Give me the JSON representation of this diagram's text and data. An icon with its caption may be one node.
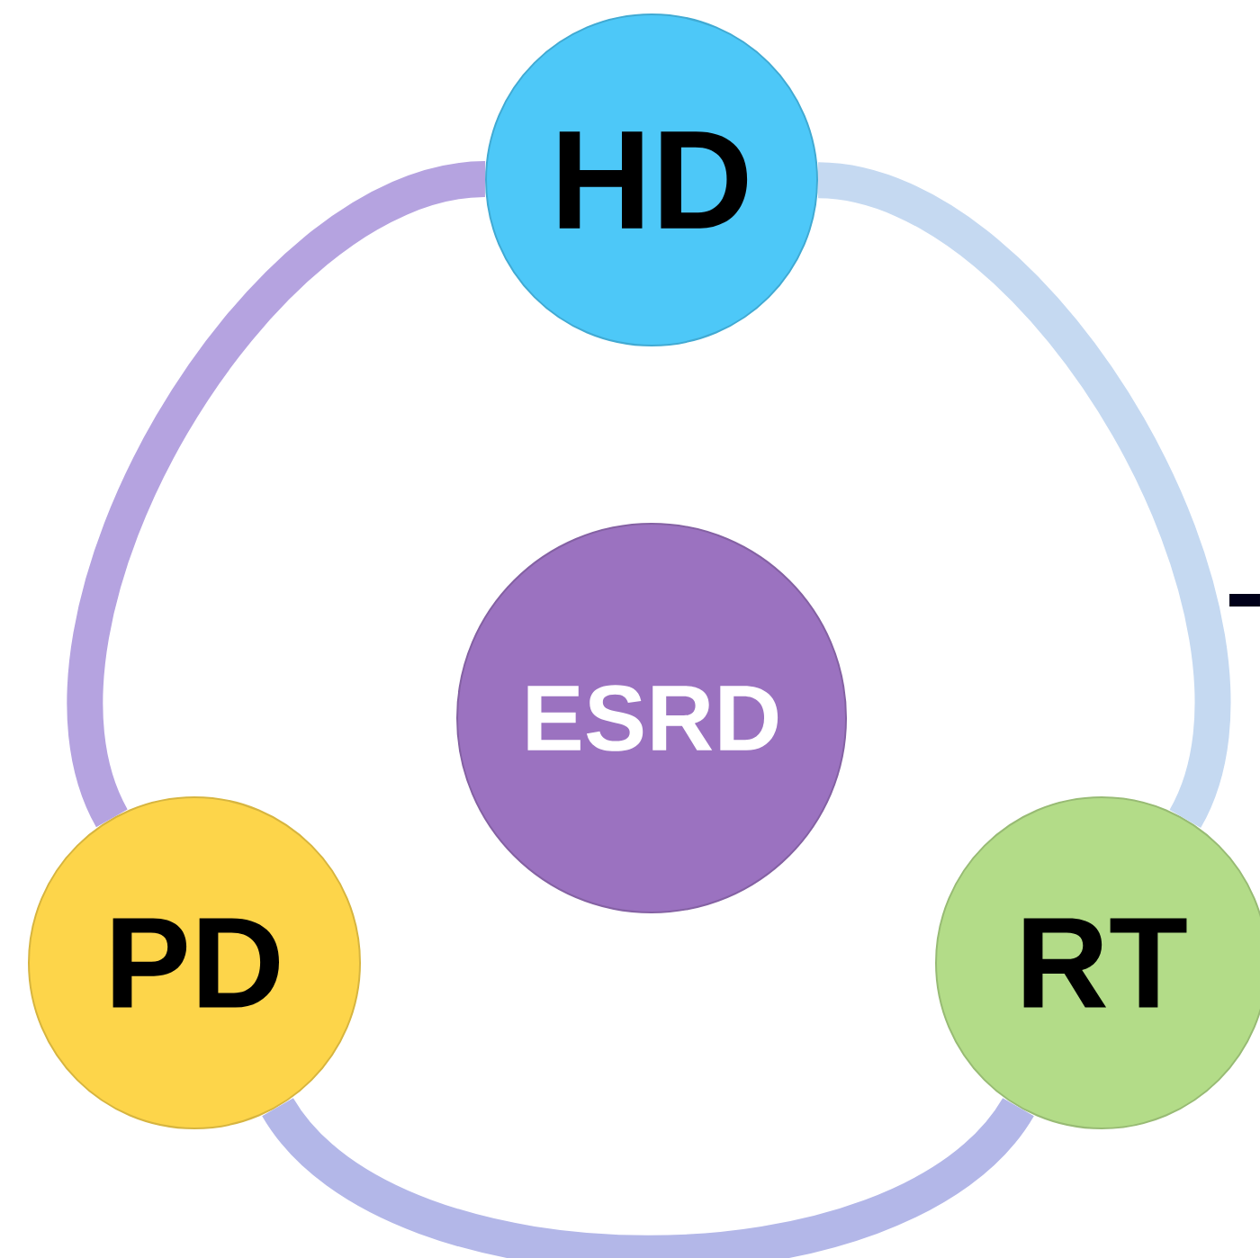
{
  "diagram": {
    "nodes": [
      {
        "text": [
          "HD"
        ]
      },
      {
        "text": [
          "ESRD"
        ]
      },
      {
        "text": [
          "PD"
        ]
      },
      {
        "text": [
          "RT"
        ]
      }
    ],
    "edges": [
      {
        "from": 0,
        "to": 3,
        "arrow": "none",
        "color": "#c5d9f1"
      },
      {
        "from": 3,
        "to": 2,
        "arrow": "none",
        "color": "#b3b7e8"
      },
      {
        "from": 2,
        "to": 0,
        "arrow": "none",
        "color": "#b5a3e0"
      }
    ]
  }
}
